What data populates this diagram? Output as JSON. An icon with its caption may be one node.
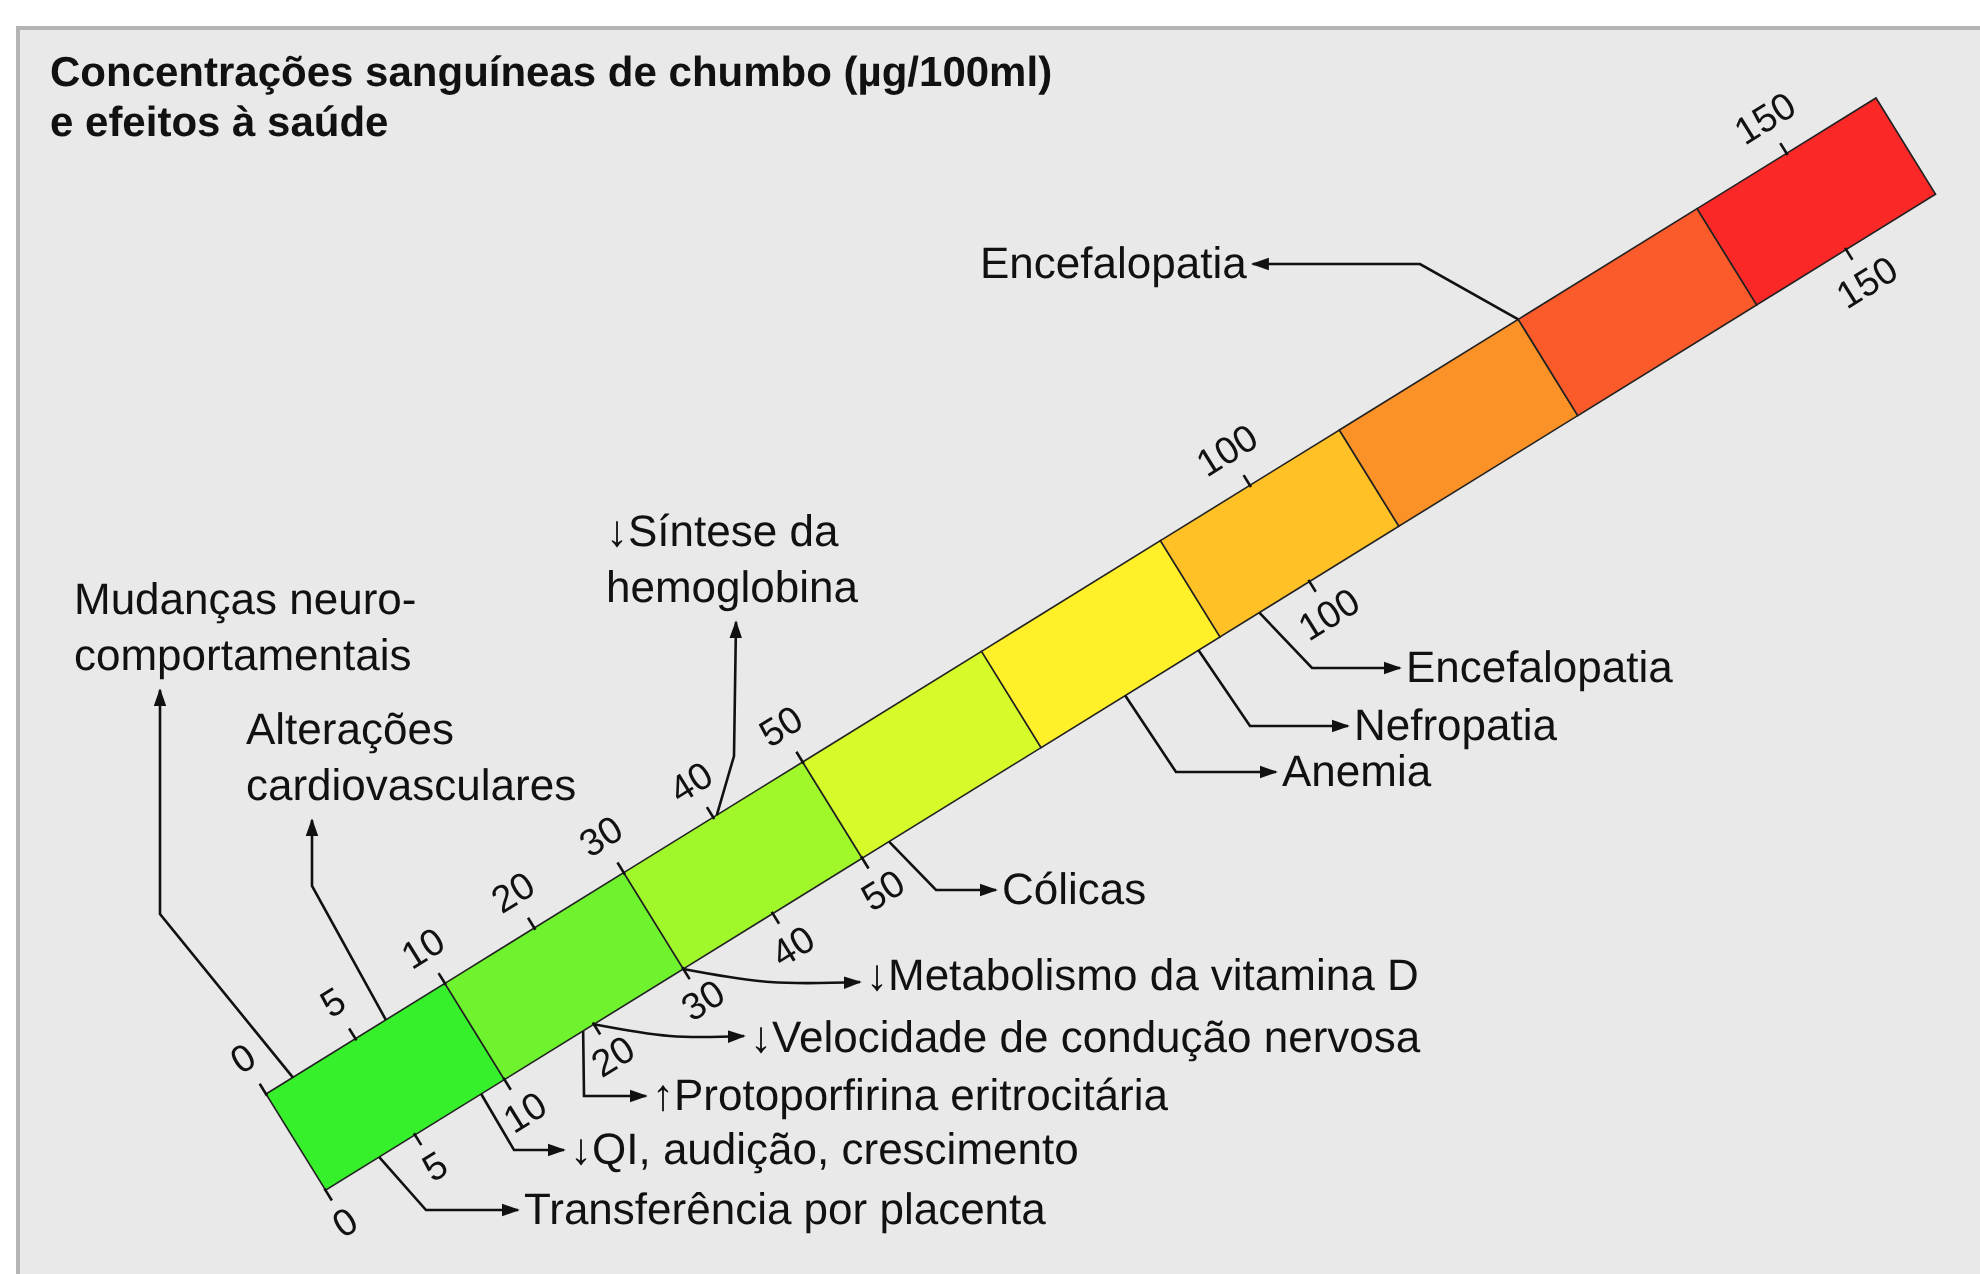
{
  "diagram": {
    "title": "Concentrações sanguíneas de chumbo (µg/100ml) e efeitos à saúde",
    "nodes": [
      {
        "text": [],
        "shape": "bar"
      },
      {
        "text": [],
        "shape": "bar"
      },
      {
        "text": [],
        "shape": "bar"
      },
      {
        "text": [],
        "shape": "bar"
      },
      {
        "text": [],
        "shape": "bar"
      },
      {
        "text": [],
        "shape": "bar"
      },
      {
        "text": [],
        "shape": "bar"
      },
      {
        "text": [],
        "shape": "bar"
      },
      {
        "text": [],
        "shape": "bar"
      },
      {
        "text": [
          "Encefalopatia"
        ]
      },
      {
        "text": [
          "↓Síntese da hemoglobina"
        ]
      },
      {
        "text": [
          "Mudanças neuro-comportamentais"
        ]
      },
      {
        "text": [
          "Alterações cardiovasculares"
        ]
      },
      {
        "text": [
          "Encefalopatia"
        ]
      },
      {
        "text": [
          "Nefropatia"
        ]
      },
      {
        "text": [
          "Anemia"
        ]
      },
      {
        "text": [
          "Cólicas"
        ]
      },
      {
        "text": [
          "↓Metabolismo da vitamina D"
        ]
      },
      {
        "text": [
          "↓Velocidade de condução nervosa"
        ]
      },
      {
        "text": [
          "↑Protoporfirina eritrocitária"
        ]
      },
      {
        "text": [
          "↓QI, audição, crescimento"
        ]
      },
      {
        "text": [
          "Transferência por placenta"
        ]
      }
    ],
    "edges": [
      {
        "from": 7,
        "to": 9,
        "arrow": "to"
      },
      {
        "from": 2,
        "to": 10,
        "arrow": "to"
      },
      {
        "from": 0,
        "to": 11,
        "arrow": "to"
      },
      {
        "from": 0,
        "to": 12,
        "arrow": "to"
      },
      {
        "from": 5,
        "to": 13,
        "arrow": "to"
      },
      {
        "from": 4,
        "to": 14,
        "arrow": "to"
      },
      {
        "from": 4,
        "to": 15,
        "arrow": "to"
      },
      {
        "from": 3,
        "to": 16,
        "arrow": "to"
      },
      {
        "from": 2,
        "to": 17,
        "arrow": "to"
      },
      {
        "from": 1,
        "to": 18,
        "arrow": "to"
      },
      {
        "from": 1,
        "to": 19,
        "arrow": "to"
      },
      {
        "from": 0,
        "to": 20,
        "arrow": "to"
      },
      {
        "from": 0,
        "to": 21,
        "arrow": "to"
      }
    ],
    "labels": [
      "0",
      "5",
      "10",
      "20",
      "30",
      "40",
      "50",
      "100",
      "150",
      "0",
      "5",
      "10",
      "20",
      "30",
      "40",
      "50",
      "100",
      "150"
    ]
  }
}
